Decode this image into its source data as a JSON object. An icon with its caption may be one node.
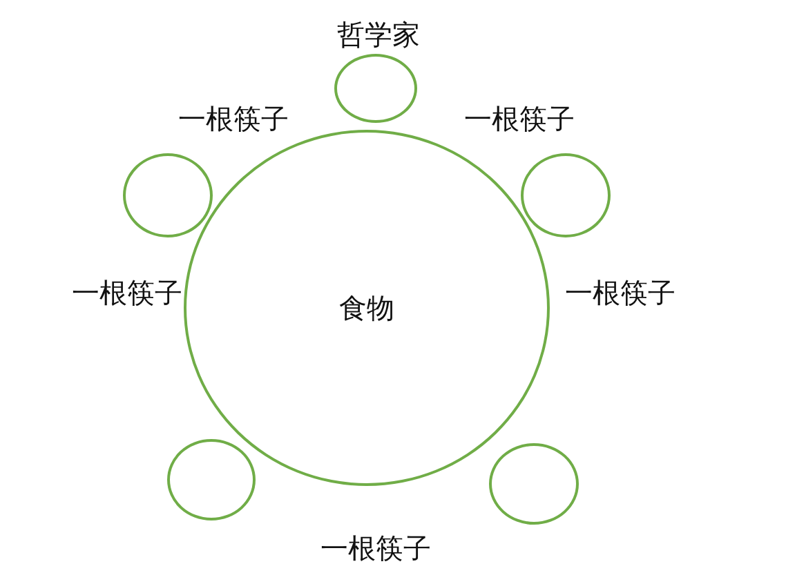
{
  "diagram": {
    "nodes": [
      {
        "text": [],
        "shape": "circle",
        "beside": [
          "哲学家"
        ]
      },
      {
        "text": [],
        "shape": "circle"
      },
      {
        "text": [],
        "shape": "circle"
      },
      {
        "text": [
          "食物"
        ]
      },
      {
        "text": [],
        "shape": "circle"
      },
      {
        "text": [],
        "shape": "circle"
      }
    ],
    "labels": [
      "一根筷子",
      "一根筷子",
      "一根筷子",
      "一根筷子",
      "一根筷子"
    ]
  }
}
